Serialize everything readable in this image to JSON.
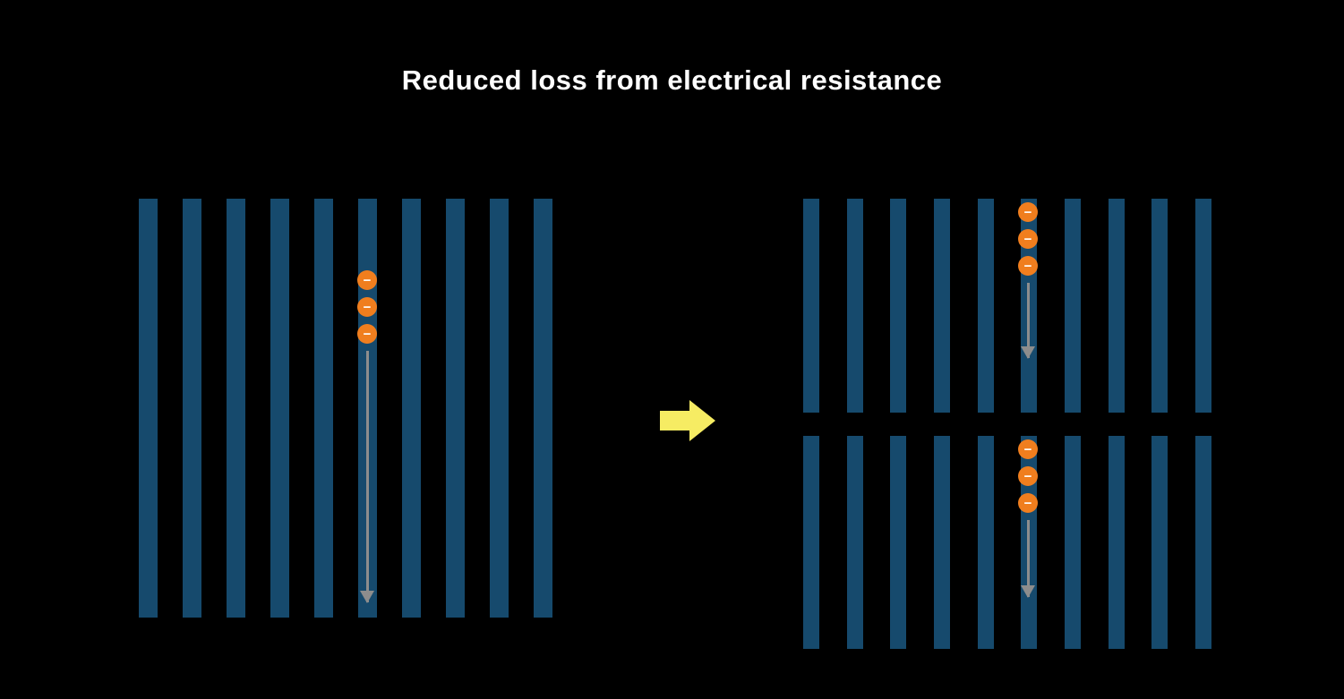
{
  "title": "Reduced loss from electrical resistance",
  "symbols": {
    "electron_minus": "−"
  },
  "colors": {
    "background": "#000000",
    "title": "#FFFFFF",
    "bar": "#164A6D",
    "electron_fill": "#F07E1E",
    "electron_text": "#FFFFFF",
    "flow_arrow": "#8D8D8D",
    "transition_arrow": "#F6EC63"
  },
  "panels": {
    "full_cell": {
      "bars": 10,
      "electrons": 3
    },
    "half_cell_top": {
      "bars": 10,
      "electrons": 3
    },
    "half_cell_bottom": {
      "bars": 10,
      "electrons": 3
    }
  }
}
